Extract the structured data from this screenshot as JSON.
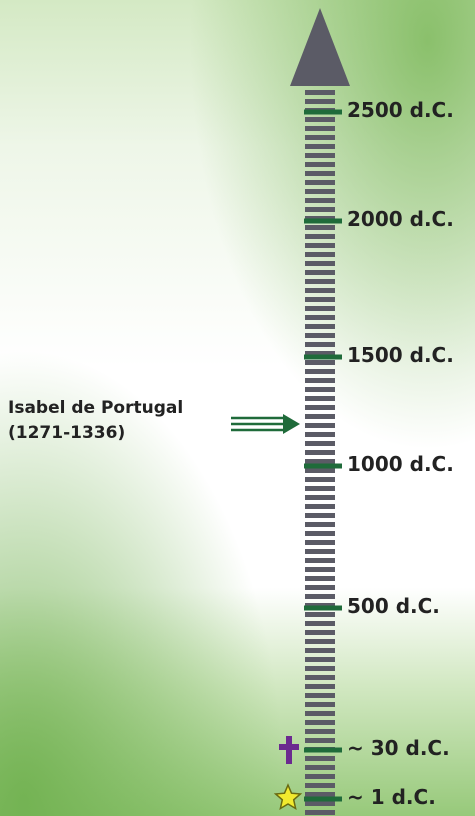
{
  "person": {
    "name": "Isabel de Portugal",
    "dates": "(1271-1336)"
  },
  "timeline": {
    "ticks": [
      {
        "label": "2500 d.C.",
        "year": 2500
      },
      {
        "label": "2000 d.C.",
        "year": 2000
      },
      {
        "label": "1500 d.C.",
        "year": 1500
      },
      {
        "label": "1000 d.C.",
        "year": 1000
      },
      {
        "label": "500 d.C.",
        "year": 500
      },
      {
        "label": "~ 30 d.C.",
        "year": 30
      },
      {
        "label": "~ 1 d.C.",
        "year": 1
      }
    ],
    "markers": [
      {
        "name": "cross-icon",
        "year": 30,
        "color": "#6b2a8f"
      },
      {
        "name": "star-icon",
        "year": 1,
        "color": "#f2ea2e"
      }
    ]
  },
  "colors": {
    "axis": "#5b5b66",
    "tick": "#1f6b3a",
    "arrow": "#1f6b3a",
    "background_green": "#7cb85a",
    "label": "#222222"
  }
}
